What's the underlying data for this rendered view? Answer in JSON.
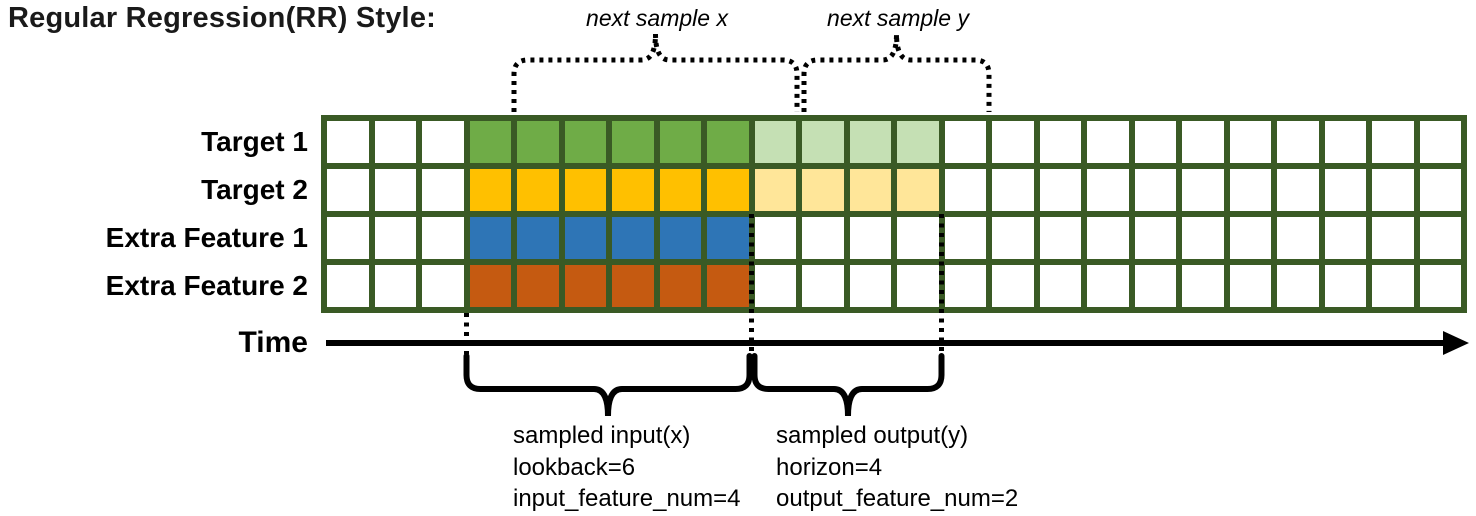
{
  "title": "Regular Regression(RR) Style:",
  "grid": {
    "columns": 24,
    "rows": [
      {
        "label": "Target 1",
        "segments": [
          {
            "count": 3,
            "color": "white"
          },
          {
            "count": 6,
            "color": "green"
          },
          {
            "count": 4,
            "color": "light_green"
          },
          {
            "count": 11,
            "color": "white"
          }
        ]
      },
      {
        "label": "Target 2",
        "segments": [
          {
            "count": 3,
            "color": "white"
          },
          {
            "count": 6,
            "color": "gold"
          },
          {
            "count": 4,
            "color": "light_gold"
          },
          {
            "count": 11,
            "color": "white"
          }
        ]
      },
      {
        "label": "Extra Feature 1",
        "segments": [
          {
            "count": 3,
            "color": "white"
          },
          {
            "count": 6,
            "color": "blue"
          },
          {
            "count": 15,
            "color": "white"
          }
        ]
      },
      {
        "label": "Extra Feature 2",
        "segments": [
          {
            "count": 3,
            "color": "white"
          },
          {
            "count": 6,
            "color": "orange"
          },
          {
            "count": 15,
            "color": "white"
          }
        ]
      }
    ]
  },
  "colors": {
    "grid_line": "#3A5A25",
    "white": "#FFFFFF",
    "green": "#6FAC47",
    "light_green": "#C5E0B4",
    "gold": "#FFC000",
    "light_gold": "#FFE699",
    "blue": "#2E75B6",
    "orange": "#C55A11",
    "annotation": "#000000"
  },
  "annotations": {
    "next_sample_x": "next sample x",
    "next_sample_y": "next sample y",
    "time_label": "Time",
    "input_block": {
      "line1": "sampled input(x)",
      "line2": "lookback=6",
      "line3": "input_feature_num=4"
    },
    "output_block": {
      "line1": "sampled output(y)",
      "line2": "horizon=4",
      "line3": "output_feature_num=2"
    }
  },
  "sampling": {
    "lookback": 6,
    "horizon": 4,
    "input_feature_num": 4,
    "output_feature_num": 2,
    "input_start_col": 3,
    "next_sample_shift": 1
  }
}
